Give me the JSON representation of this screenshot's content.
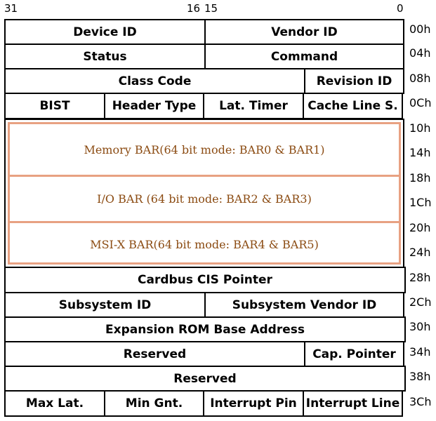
{
  "bit_labels": {
    "b31": "31",
    "b16": "16",
    "b15": "15",
    "b0": "0"
  },
  "rows": {
    "r00": [
      "Device ID",
      "Vendor ID"
    ],
    "r04": [
      "Status",
      "Command"
    ],
    "r08": [
      "Class Code",
      "Revision ID"
    ],
    "r0c": [
      "BIST",
      "Header Type",
      "Lat. Timer",
      "Cache Line S."
    ],
    "r28": [
      "Cardbus CIS Pointer"
    ],
    "r2c": [
      "Subsystem ID",
      "Subsystem Vendor ID"
    ],
    "r30": [
      "Expansion ROM Base Address"
    ],
    "r34": [
      "Reserved",
      "Cap. Pointer"
    ],
    "r38": [
      "Reserved"
    ],
    "r3c": [
      "Max Lat.",
      "Min Gnt.",
      "Interrupt Pin",
      "Interrupt Line"
    ]
  },
  "bars": [
    "Memory BAR(64 bit mode: BAR0 & BAR1)",
    "I/O BAR (64 bit mode: BAR2 & BAR3)",
    "MSI-X BAR(64 bit mode: BAR4 & BAR5)"
  ],
  "offsets": [
    "00h",
    "04h",
    "08h",
    "0Ch",
    "10h",
    "14h",
    "18h",
    "1Ch",
    "20h",
    "24h",
    "28h",
    "2Ch",
    "30h",
    "34h",
    "38h",
    "3Ch"
  ],
  "colors": {
    "highlight_border": "#e8a182",
    "highlight_text": "#8b4b12"
  }
}
